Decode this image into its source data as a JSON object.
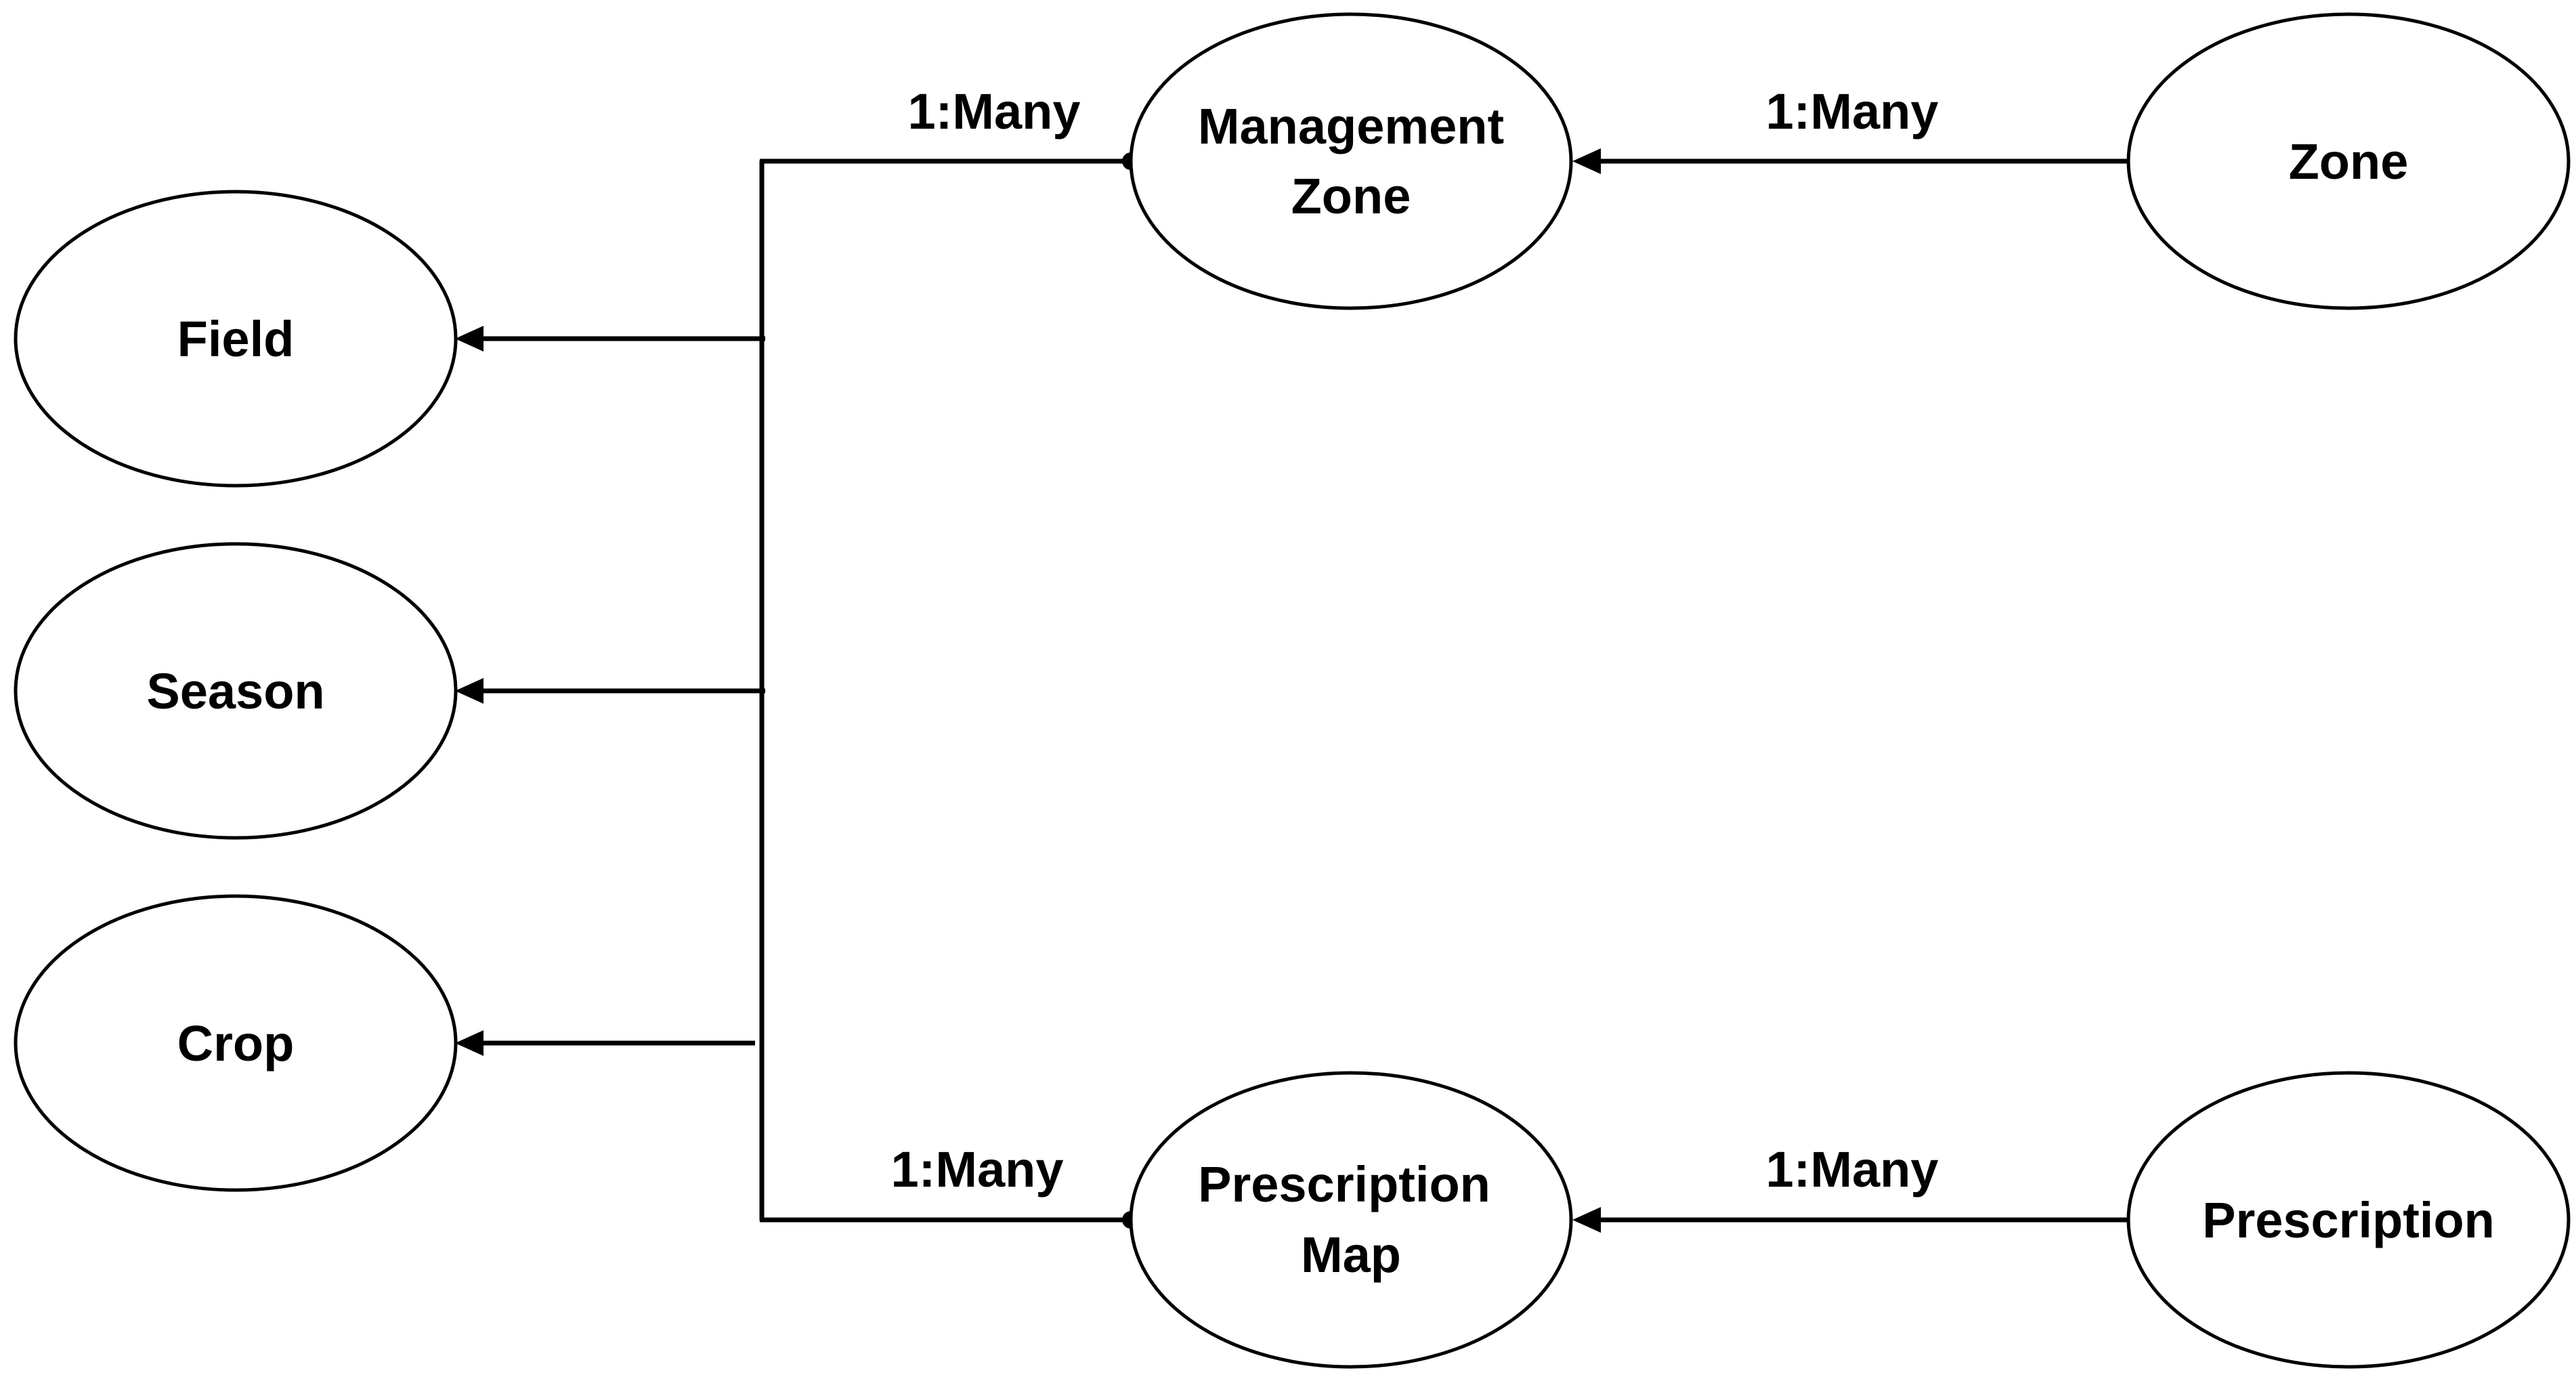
{
  "diagram": {
    "nodes": {
      "field": {
        "lines": [
          "Field"
        ]
      },
      "season": {
        "lines": [
          "Season"
        ]
      },
      "crop": {
        "lines": [
          "Crop"
        ]
      },
      "management_zone": {
        "lines": [
          "Management",
          "Zone"
        ]
      },
      "zone": {
        "lines": [
          "Zone"
        ]
      },
      "prescription_map": {
        "lines": [
          "Prescription",
          "Map"
        ]
      },
      "prescription": {
        "lines": [
          "Prescription"
        ]
      }
    },
    "relationships": {
      "trunk_to_management_zone": "1:Many",
      "zone_to_management_zone": "1:Many",
      "trunk_to_prescription_map": "1:Many",
      "prescription_to_prescription_map": "1:Many"
    },
    "colors": {
      "stroke": "#000000",
      "fill": "#ffffff",
      "text": "#000000"
    }
  }
}
